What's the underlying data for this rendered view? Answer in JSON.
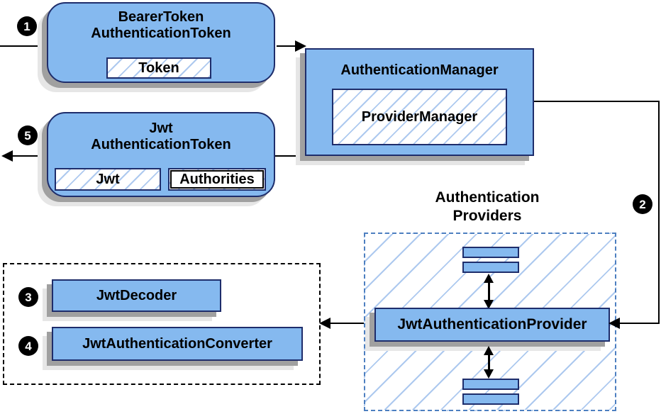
{
  "colors": {
    "node_fill": "#85b9ef",
    "node_stroke": "#1e2d6b",
    "hatch_line": "#adc9ef",
    "dashed_blue_border": "#4d7fc0",
    "dashed_black_border": "#000000",
    "shadow_dark": "#a0a0a0",
    "shadow_light": "#e6e6e6",
    "badge_bg": "#000000",
    "badge_text": "#ffffff",
    "line": "#000000"
  },
  "badges": {
    "step1": "1",
    "step2": "2",
    "step3": "3",
    "step4": "4",
    "step5": "5"
  },
  "nodes": {
    "bearer_token": {
      "title_line1": "BearerToken",
      "title_line2": "AuthenticationToken",
      "field": "Token"
    },
    "authentication_manager": {
      "title": "AuthenticationManager",
      "field": "ProviderManager"
    },
    "jwt_authentication_token": {
      "title_line1": "Jwt",
      "title_line2": "AuthenticationToken",
      "field1": "Jwt",
      "field2": "Authorities"
    },
    "authentication_providers": {
      "label_line1": "Authentication",
      "label_line2": "Providers"
    },
    "jwt_authentication_provider": {
      "title": "JwtAuthenticationProvider"
    },
    "jwt_decoder": {
      "title": "JwtDecoder"
    },
    "jwt_authentication_converter": {
      "title": "JwtAuthenticationConverter"
    }
  }
}
